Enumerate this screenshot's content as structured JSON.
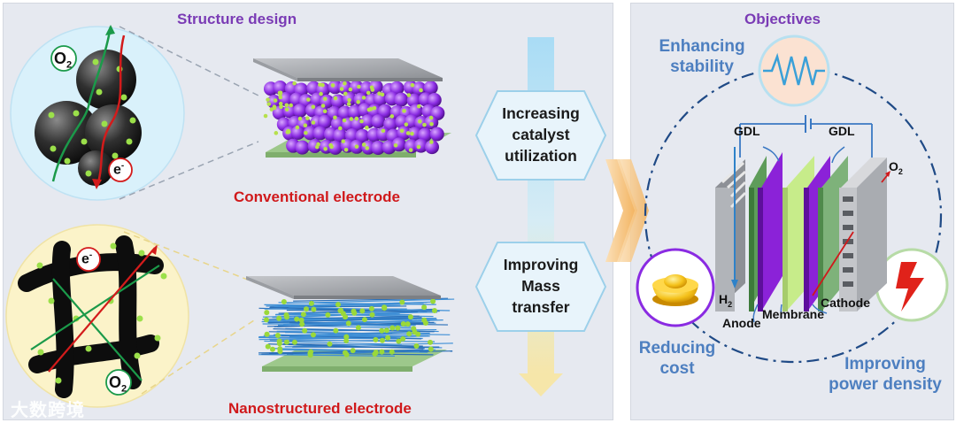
{
  "left_panel": {
    "title": "Structure design",
    "conventional_label": "Conventional electrode",
    "nanostructured_label": "Nanostructured electrode",
    "inset_top_o2": "O",
    "inset_top_o2_sub": "2",
    "inset_top_e": "e",
    "inset_top_e_sup": "-",
    "inset_bottom_e": "e",
    "inset_bottom_e_sup": "-",
    "inset_bottom_o2": "O",
    "inset_bottom_o2_sub": "2"
  },
  "middle": {
    "hex1_line1": "Increasing",
    "hex1_line2": "catalyst",
    "hex1_line3": "utilization",
    "hex2_line1": "Improving",
    "hex2_line2": "Mass",
    "hex2_line3": "transfer"
  },
  "right_panel": {
    "title": "Objectives",
    "stability_line1": "Enhancing",
    "stability_line2": "stability",
    "cost_line1": "Reducing",
    "cost_line2": "cost",
    "power_line1": "Improving",
    "power_line2": "power density",
    "gdl_left": "GDL",
    "gdl_right": "GDL",
    "o2": "O",
    "o2_sub": "2",
    "h2": "H",
    "h2_sub": "2",
    "anode": "Anode",
    "membrane": "Membrane",
    "cathode": "Cathode"
  },
  "watermark": "大数跨境",
  "colors": {
    "title_purple": "#7a3bb5",
    "label_red": "#d0191b",
    "objective_blue": "#4d7fc0",
    "panel_bg": "#e6e9f0",
    "hex_fill": "#e8f4fb",
    "hex_stroke": "#9cd0ea"
  }
}
